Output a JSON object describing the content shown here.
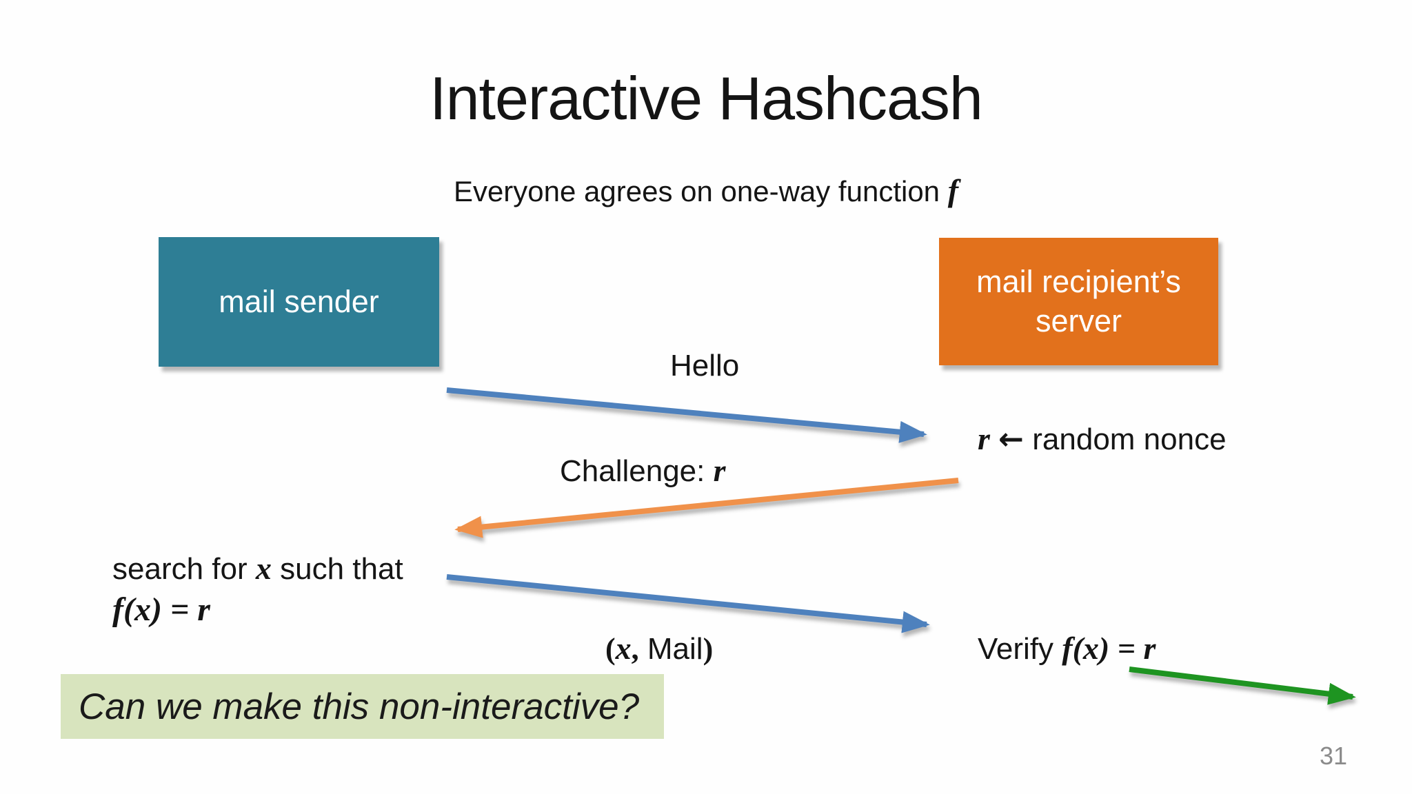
{
  "title": "Interactive Hashcash",
  "subtitle": {
    "text": "Everyone agrees on one-way function",
    "math": "f"
  },
  "actors": {
    "sender": {
      "label": "mail sender"
    },
    "recipient": {
      "label": "mail recipient’s server"
    }
  },
  "labels": {
    "hello": "Hello",
    "nonce": {
      "math": "r",
      "arrow": "←",
      "text": "random nonce"
    },
    "challenge": {
      "text": "Challenge:",
      "math": "r"
    },
    "search": {
      "a": "search for",
      "math_x": "x",
      "b": "such that",
      "formula": "f(x) = r"
    },
    "reply": {
      "open": "(",
      "math": "x",
      "sep": ",",
      "text": "Mail",
      "close": ")"
    },
    "verify": {
      "text": "Verify",
      "formula": "f(x) = r"
    }
  },
  "question": {
    "label": "Can we make this non-interactive?"
  },
  "page_number": "31",
  "colors": {
    "sender_box": "#2E7E95",
    "recipient_box": "#E2711C",
    "question_box": "#D8E4BE",
    "arrow_blue": "#4E81BD",
    "arrow_orange": "#F0914A",
    "arrow_green": "#1E9421"
  }
}
